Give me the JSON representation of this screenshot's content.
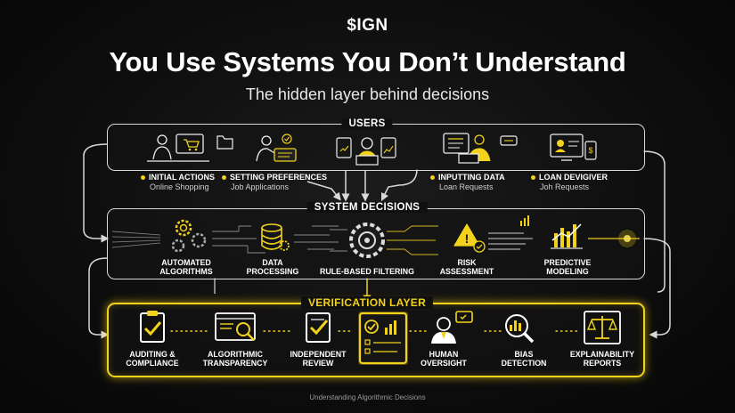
{
  "header": {
    "logo": "$IGN",
    "title": "You Use Systems You Don’t Understand",
    "subtitle": "The hidden layer behind decisions"
  },
  "users": {
    "label": "USERS",
    "items": [
      {
        "title": "INITIAL ACTIONS",
        "sub": "Online Shopping"
      },
      {
        "title": "SETTING PREFERENCES",
        "sub": "Job Applications"
      },
      {
        "title": "INPUTTING DATA",
        "sub": "Loan Requests"
      },
      {
        "title": "LOAN DEVIGIVER",
        "sub": "Joh Requests"
      }
    ]
  },
  "system": {
    "label": "SYSTEM DECISIONS",
    "items": [
      "AUTOMATED\nALGORITHMS",
      "DATA\nPROCESSING",
      "RULE-BASED FILTERING",
      "RISK\nASSESSMENT",
      "PREDICTIVE\nMODELING"
    ]
  },
  "verification": {
    "label": "VERIFICATION LAYER",
    "items": [
      "AUDITING &\nCOMPLIANCE",
      "ALGORITHMIC\nTRANSPARENCY",
      "INDEPENDENT\nREVIEW",
      "HUMAN\nOVERSIGHT",
      "BIAS\nDETECTION",
      "EXPLAINABILITY\nREPORTS"
    ]
  },
  "footer": "Understanding Algorithmic Decisions",
  "colors": {
    "accent": "#f2d21b",
    "line": "#d9d9d9",
    "background": "#0b0b0b"
  }
}
